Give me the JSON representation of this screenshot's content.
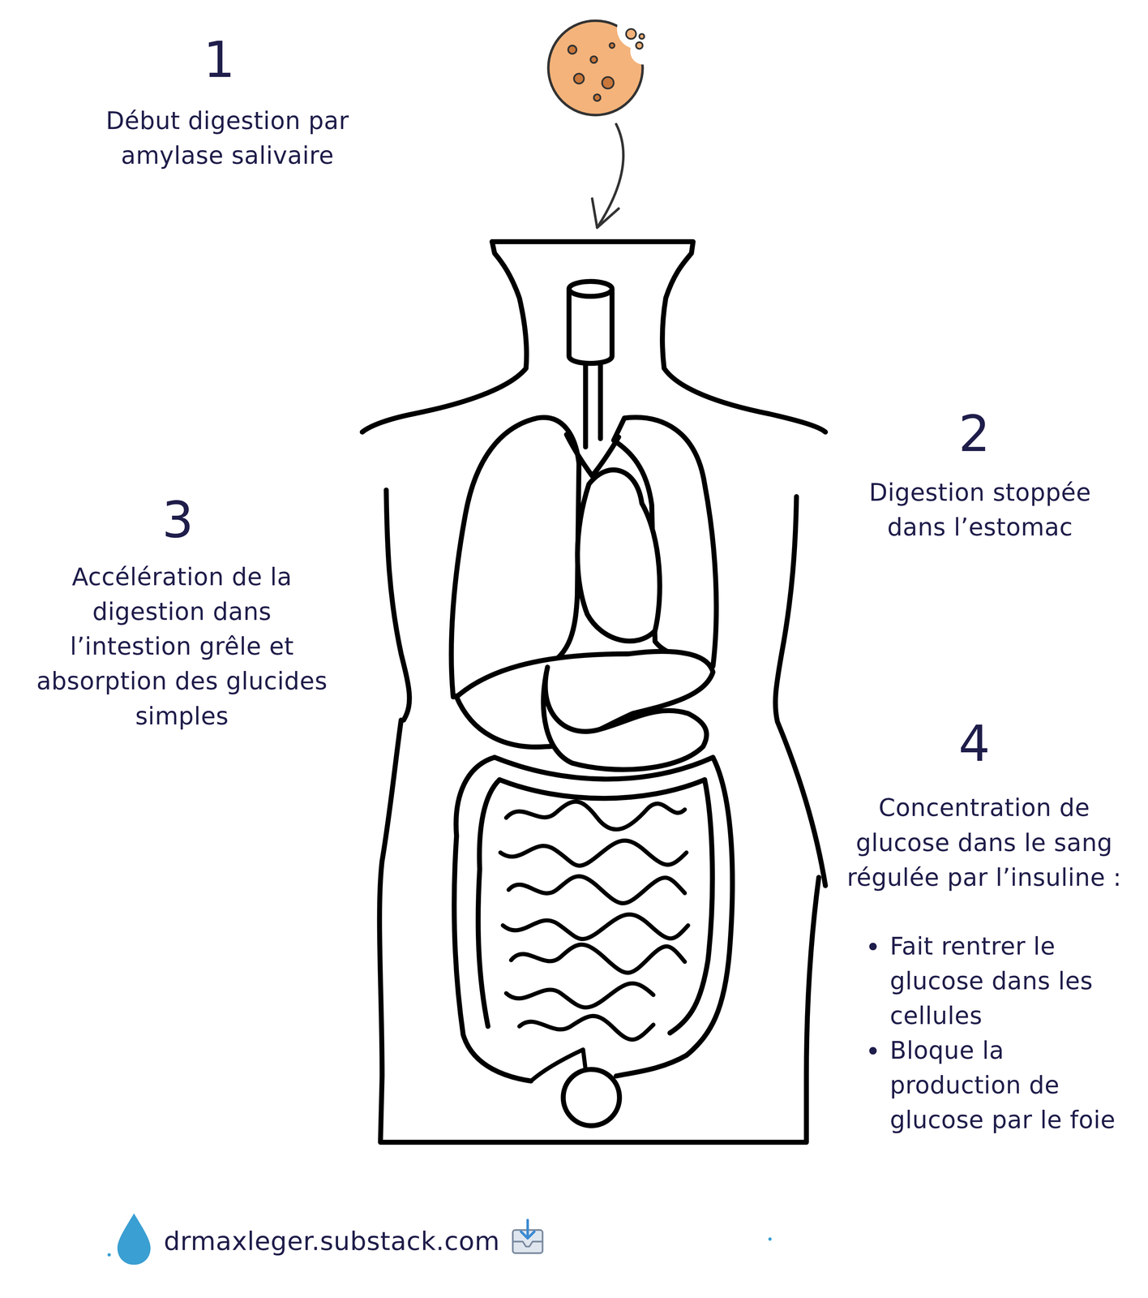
{
  "diagram": {
    "labels": [
      "1",
      "Début digestion par amylase salivaire",
      "2",
      "Digestion stoppée dans l’estomac",
      "3",
      "Accélération de la digestion dans l’intestion grêle et absorption des glucides simples",
      "4",
      "Concentration de glucose dans le sang régulée par l’insuline :",
      "Fait rentrer le glucose dans les cellules",
      "Bloque la production de glucose par le foie",
      "drmaxleger.substack.com"
    ]
  }
}
